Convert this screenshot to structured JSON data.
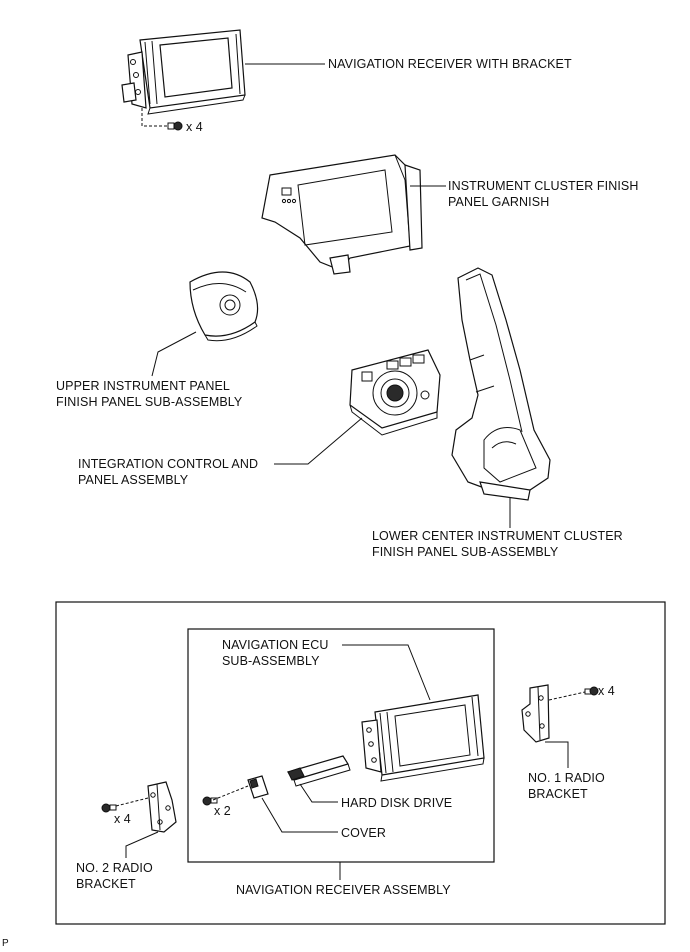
{
  "labels": {
    "nav_receiver_bracket": "NAVIGATION RECEIVER WITH BRACKET",
    "cluster_garnish_l1": "INSTRUMENT CLUSTER FINISH",
    "cluster_garnish_l2": "PANEL GARNISH",
    "upper_panel_l1": "UPPER INSTRUMENT PANEL",
    "upper_panel_l2": "FINISH PANEL SUB-ASSEMBLY",
    "integration_l1": "INTEGRATION CONTROL AND",
    "integration_l2": "PANEL ASSEMBLY",
    "lower_center_l1": "LOWER CENTER INSTRUMENT CLUSTER",
    "lower_center_l2": "FINISH PANEL SUB-ASSEMBLY",
    "nav_ecu_l1": "NAVIGATION ECU",
    "nav_ecu_l2": "SUB-ASSEMBLY",
    "no1_radio_l1": "NO. 1 RADIO",
    "no1_radio_l2": "BRACKET",
    "hard_disk": "HARD DISK DRIVE",
    "cover": "COVER",
    "no2_radio_l1": "NO. 2 RADIO",
    "no2_radio_l2": "BRACKET",
    "nav_receiver_assembly": "NAVIGATION RECEIVER ASSEMBLY"
  },
  "quantities": {
    "top_screws": "x 4",
    "no1_screws": "x 4",
    "cover_screws": "x 2",
    "no2_screws": "x 4"
  },
  "ref_code": "P"
}
